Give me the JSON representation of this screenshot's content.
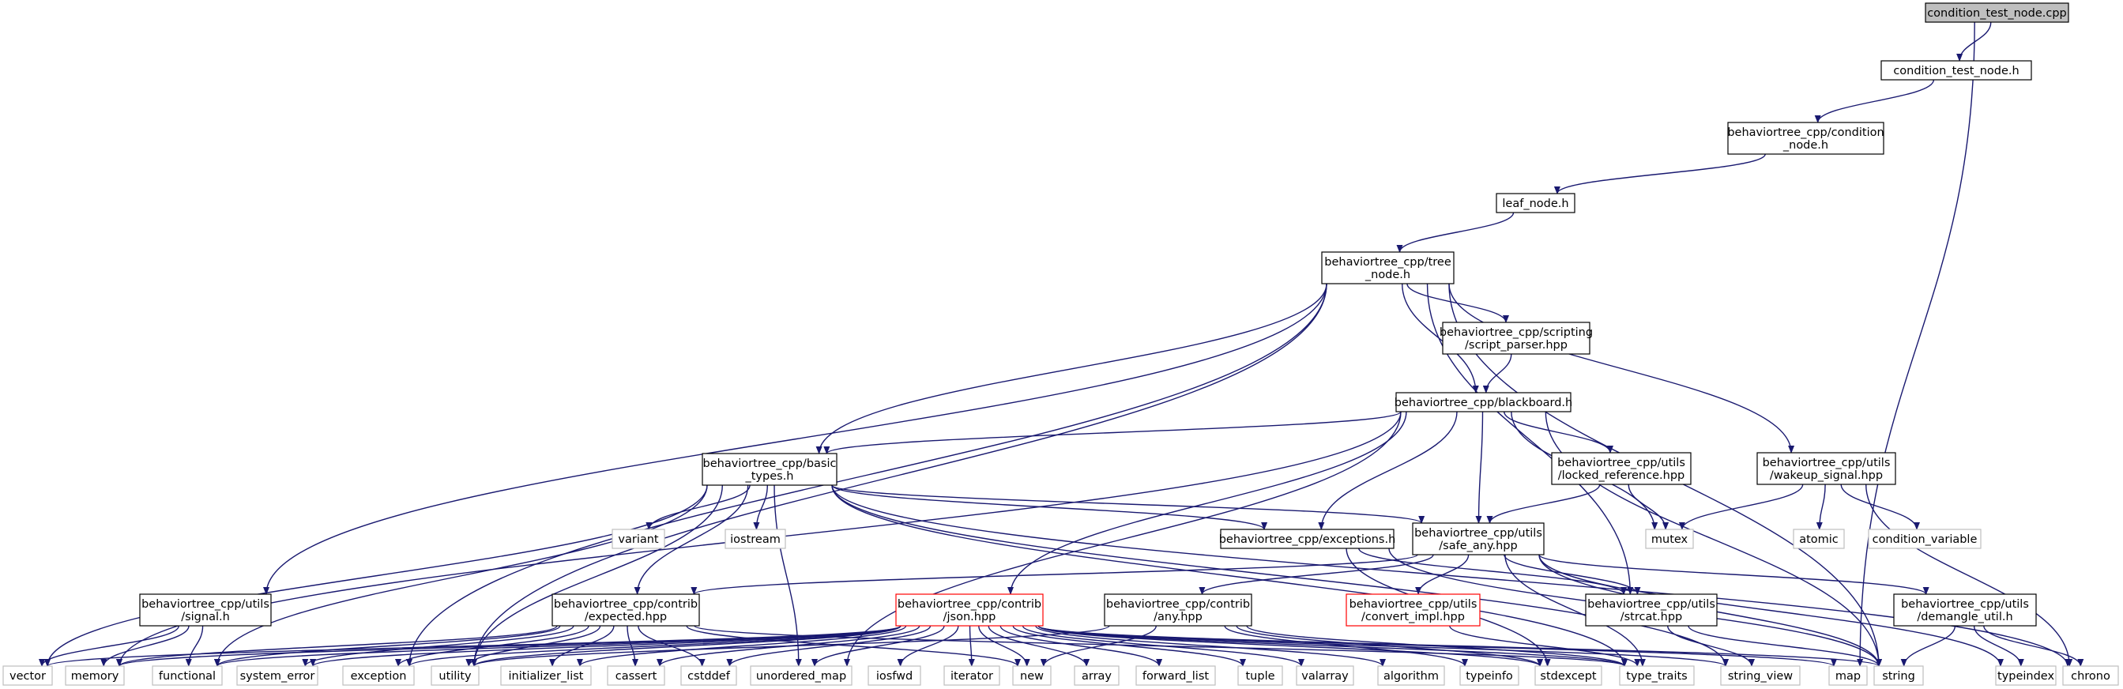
{
  "colors": {
    "edge": "#191970",
    "arrow": "#191970",
    "root_fill": "#bfbfbf",
    "node_border": "#000000",
    "system_border": "#bfbfbf",
    "missing_border": "#ff0000",
    "text": "#000000"
  },
  "nodes": [
    {
      "id": "root",
      "lines": [
        "condition_test_node.cpp"
      ],
      "kind": "root"
    },
    {
      "id": "condition_test_node_h",
      "lines": [
        "condition_test_node.h"
      ],
      "kind": "file"
    },
    {
      "id": "condition_node_h",
      "lines": [
        "behaviortree_cpp/condition",
        "_node.h"
      ],
      "kind": "file"
    },
    {
      "id": "leaf_node_h",
      "lines": [
        "leaf_node.h"
      ],
      "kind": "file"
    },
    {
      "id": "tree_node_h",
      "lines": [
        "behaviortree_cpp/tree",
        "_node.h"
      ],
      "kind": "file"
    },
    {
      "id": "script_parser_hpp",
      "lines": [
        "behaviortree_cpp/scripting",
        "/script_parser.hpp"
      ],
      "kind": "file"
    },
    {
      "id": "blackboard_h",
      "lines": [
        "behaviortree_cpp/blackboard.h"
      ],
      "kind": "file"
    },
    {
      "id": "basic_types_h",
      "lines": [
        "behaviortree_cpp/basic",
        "_types.h"
      ],
      "kind": "file"
    },
    {
      "id": "locked_reference_hpp",
      "lines": [
        "behaviortree_cpp/utils",
        "/locked_reference.hpp"
      ],
      "kind": "file"
    },
    {
      "id": "wakeup_signal_hpp",
      "lines": [
        "behaviortree_cpp/utils",
        "/wakeup_signal.hpp"
      ],
      "kind": "file"
    },
    {
      "id": "exceptions_h",
      "lines": [
        "behaviortree_cpp/exceptions.h"
      ],
      "kind": "file"
    },
    {
      "id": "safe_any_hpp",
      "lines": [
        "behaviortree_cpp/utils",
        "/safe_any.hpp"
      ],
      "kind": "file"
    },
    {
      "id": "signal_h",
      "lines": [
        "behaviortree_cpp/utils",
        "/signal.h"
      ],
      "kind": "file"
    },
    {
      "id": "expected_hpp",
      "lines": [
        "behaviortree_cpp/contrib",
        "/expected.hpp"
      ],
      "kind": "file"
    },
    {
      "id": "json_hpp",
      "lines": [
        "behaviortree_cpp/contrib",
        "/json.hpp"
      ],
      "kind": "missing"
    },
    {
      "id": "any_hpp",
      "lines": [
        "behaviortree_cpp/contrib",
        "/any.hpp"
      ],
      "kind": "file"
    },
    {
      "id": "convert_impl_hpp",
      "lines": [
        "behaviortree_cpp/utils",
        "/convert_impl.hpp"
      ],
      "kind": "missing"
    },
    {
      "id": "strcat_hpp",
      "lines": [
        "behaviortree_cpp/utils",
        "/strcat.hpp"
      ],
      "kind": "file"
    },
    {
      "id": "demangle_util_h",
      "lines": [
        "behaviortree_cpp/utils",
        "/demangle_util.h"
      ],
      "kind": "file"
    },
    {
      "id": "variant",
      "lines": [
        "variant"
      ],
      "kind": "system"
    },
    {
      "id": "iostream",
      "lines": [
        "iostream"
      ],
      "kind": "system"
    },
    {
      "id": "mutex",
      "lines": [
        "mutex"
      ],
      "kind": "system"
    },
    {
      "id": "atomic",
      "lines": [
        "atomic"
      ],
      "kind": "system"
    },
    {
      "id": "condition_variable",
      "lines": [
        "condition_variable"
      ],
      "kind": "system"
    },
    {
      "id": "vector",
      "lines": [
        "vector"
      ],
      "kind": "system"
    },
    {
      "id": "memory",
      "lines": [
        "memory"
      ],
      "kind": "system"
    },
    {
      "id": "functional",
      "lines": [
        "functional"
      ],
      "kind": "system"
    },
    {
      "id": "system_error",
      "lines": [
        "system_error"
      ],
      "kind": "system"
    },
    {
      "id": "exception",
      "lines": [
        "exception"
      ],
      "kind": "system"
    },
    {
      "id": "utility",
      "lines": [
        "utility"
      ],
      "kind": "system"
    },
    {
      "id": "initializer_list",
      "lines": [
        "initializer_list"
      ],
      "kind": "system"
    },
    {
      "id": "cassert",
      "lines": [
        "cassert"
      ],
      "kind": "system"
    },
    {
      "id": "cstddef",
      "lines": [
        "cstddef"
      ],
      "kind": "system"
    },
    {
      "id": "unordered_map",
      "lines": [
        "unordered_map"
      ],
      "kind": "system"
    },
    {
      "id": "iosfwd",
      "lines": [
        "iosfwd"
      ],
      "kind": "system"
    },
    {
      "id": "iterator",
      "lines": [
        "iterator"
      ],
      "kind": "system"
    },
    {
      "id": "new",
      "lines": [
        "new"
      ],
      "kind": "system"
    },
    {
      "id": "array",
      "lines": [
        "array"
      ],
      "kind": "system"
    },
    {
      "id": "forward_list",
      "lines": [
        "forward_list"
      ],
      "kind": "system"
    },
    {
      "id": "tuple",
      "lines": [
        "tuple"
      ],
      "kind": "system"
    },
    {
      "id": "valarray",
      "lines": [
        "valarray"
      ],
      "kind": "system"
    },
    {
      "id": "algorithm",
      "lines": [
        "algorithm"
      ],
      "kind": "system"
    },
    {
      "id": "typeinfo",
      "lines": [
        "typeinfo"
      ],
      "kind": "system"
    },
    {
      "id": "stdexcept",
      "lines": [
        "stdexcept"
      ],
      "kind": "system"
    },
    {
      "id": "type_traits",
      "lines": [
        "type_traits"
      ],
      "kind": "system"
    },
    {
      "id": "string_view",
      "lines": [
        "string_view"
      ],
      "kind": "system"
    },
    {
      "id": "map",
      "lines": [
        "map"
      ],
      "kind": "system"
    },
    {
      "id": "string",
      "lines": [
        "string"
      ],
      "kind": "system"
    },
    {
      "id": "typeindex",
      "lines": [
        "typeindex"
      ],
      "kind": "system"
    },
    {
      "id": "chrono",
      "lines": [
        "chrono"
      ],
      "kind": "system"
    }
  ],
  "edges": [
    [
      "root",
      "condition_test_node_h"
    ],
    [
      "root",
      "map"
    ],
    [
      "condition_test_node_h",
      "condition_node_h"
    ],
    [
      "condition_node_h",
      "leaf_node_h"
    ],
    [
      "leaf_node_h",
      "tree_node_h"
    ],
    [
      "tree_node_h",
      "script_parser_hpp"
    ],
    [
      "tree_node_h",
      "blackboard_h"
    ],
    [
      "tree_node_h",
      "basic_types_h"
    ],
    [
      "tree_node_h",
      "wakeup_signal_hpp"
    ],
    [
      "tree_node_h",
      "signal_h"
    ],
    [
      "tree_node_h",
      "exception"
    ],
    [
      "tree_node_h",
      "utility"
    ],
    [
      "tree_node_h",
      "strcat_hpp"
    ],
    [
      "tree_node_h",
      "string"
    ],
    [
      "script_parser_hpp",
      "blackboard_h"
    ],
    [
      "blackboard_h",
      "basic_types_h"
    ],
    [
      "blackboard_h",
      "locked_reference_hpp"
    ],
    [
      "blackboard_h",
      "safe_any_hpp"
    ],
    [
      "blackboard_h",
      "exceptions_h"
    ],
    [
      "blackboard_h",
      "json_hpp"
    ],
    [
      "blackboard_h",
      "mutex"
    ],
    [
      "blackboard_h",
      "memory"
    ],
    [
      "blackboard_h",
      "unordered_map"
    ],
    [
      "blackboard_h",
      "string"
    ],
    [
      "basic_types_h",
      "vector"
    ],
    [
      "basic_types_h",
      "variant"
    ],
    [
      "basic_types_h",
      "iostream"
    ],
    [
      "basic_types_h",
      "exceptions_h"
    ],
    [
      "basic_types_h",
      "safe_any_hpp"
    ],
    [
      "basic_types_h",
      "expected_hpp"
    ],
    [
      "basic_types_h",
      "unordered_map"
    ],
    [
      "basic_types_h",
      "utility"
    ],
    [
      "basic_types_h",
      "functional"
    ],
    [
      "basic_types_h",
      "chrono"
    ],
    [
      "basic_types_h",
      "type_traits"
    ],
    [
      "basic_types_h",
      "string_view"
    ],
    [
      "locked_reference_hpp",
      "mutex"
    ],
    [
      "locked_reference_hpp",
      "safe_any_hpp"
    ],
    [
      "wakeup_signal_hpp",
      "mutex"
    ],
    [
      "wakeup_signal_hpp",
      "atomic"
    ],
    [
      "wakeup_signal_hpp",
      "condition_variable"
    ],
    [
      "wakeup_signal_hpp",
      "chrono"
    ],
    [
      "exceptions_h",
      "strcat_hpp"
    ],
    [
      "exceptions_h",
      "stdexcept"
    ],
    [
      "exceptions_h",
      "string"
    ],
    [
      "safe_any_hpp",
      "expected_hpp"
    ],
    [
      "safe_any_hpp",
      "any_hpp"
    ],
    [
      "safe_any_hpp",
      "convert_impl_hpp"
    ],
    [
      "safe_any_hpp",
      "strcat_hpp"
    ],
    [
      "safe_any_hpp",
      "demangle_util_h"
    ],
    [
      "safe_any_hpp",
      "type_traits"
    ],
    [
      "safe_any_hpp",
      "string"
    ],
    [
      "safe_any_hpp",
      "typeindex"
    ],
    [
      "signal_h",
      "vector"
    ],
    [
      "signal_h",
      "memory"
    ],
    [
      "signal_h",
      "functional"
    ],
    [
      "expected_hpp",
      "exception"
    ],
    [
      "expected_hpp",
      "functional"
    ],
    [
      "expected_hpp",
      "initializer_list"
    ],
    [
      "expected_hpp",
      "memory"
    ],
    [
      "expected_hpp",
      "new"
    ],
    [
      "expected_hpp",
      "type_traits"
    ],
    [
      "expected_hpp",
      "utility"
    ],
    [
      "expected_hpp",
      "cassert"
    ],
    [
      "expected_hpp",
      "cstddef"
    ],
    [
      "expected_hpp",
      "system_error"
    ],
    [
      "json_hpp",
      "algorithm"
    ],
    [
      "json_hpp",
      "cstddef"
    ],
    [
      "json_hpp",
      "functional"
    ],
    [
      "json_hpp",
      "initializer_list"
    ],
    [
      "json_hpp",
      "iosfwd"
    ],
    [
      "json_hpp",
      "iterator"
    ],
    [
      "json_hpp",
      "memory"
    ],
    [
      "json_hpp",
      "string"
    ],
    [
      "json_hpp",
      "utility"
    ],
    [
      "json_hpp",
      "vector"
    ],
    [
      "json_hpp",
      "array"
    ],
    [
      "json_hpp",
      "forward_list"
    ],
    [
      "json_hpp",
      "map"
    ],
    [
      "json_hpp",
      "tuple"
    ],
    [
      "json_hpp",
      "type_traits"
    ],
    [
      "json_hpp",
      "unordered_map"
    ],
    [
      "json_hpp",
      "valarray"
    ],
    [
      "json_hpp",
      "exception"
    ],
    [
      "json_hpp",
      "stdexcept"
    ],
    [
      "json_hpp",
      "cassert"
    ],
    [
      "json_hpp",
      "new"
    ],
    [
      "json_hpp",
      "system_error"
    ],
    [
      "json_hpp",
      "string_view"
    ],
    [
      "any_hpp",
      "typeinfo"
    ],
    [
      "any_hpp",
      "type_traits"
    ],
    [
      "any_hpp",
      "stdexcept"
    ],
    [
      "any_hpp",
      "utility"
    ],
    [
      "any_hpp",
      "new"
    ],
    [
      "convert_impl_hpp",
      "type_traits"
    ],
    [
      "strcat_hpp",
      "string"
    ],
    [
      "strcat_hpp",
      "string_view"
    ],
    [
      "demangle_util_h",
      "string"
    ],
    [
      "demangle_util_h",
      "typeindex"
    ],
    [
      "demangle_util_h",
      "chrono"
    ]
  ]
}
